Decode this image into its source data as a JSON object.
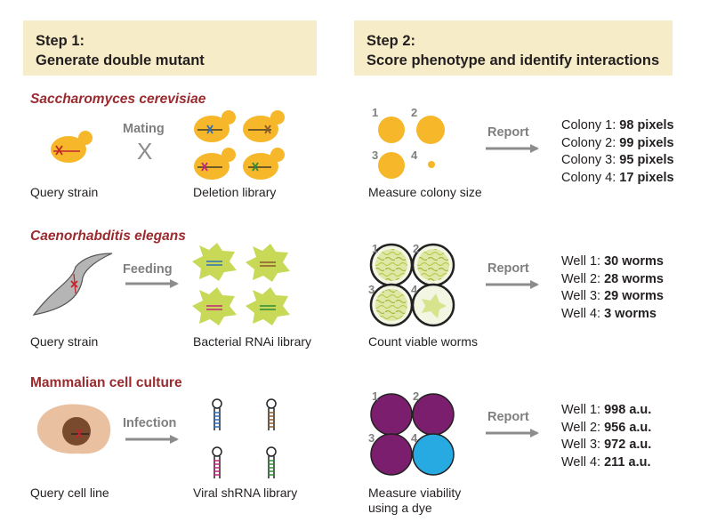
{
  "step1": {
    "title": "Step 1:",
    "subtitle": "Generate double mutant"
  },
  "step2": {
    "title": "Step 2:",
    "subtitle": "Score phenotype and identify interactions"
  },
  "rows": [
    {
      "organism": "Saccharomyces cerevisiae",
      "method": "Mating",
      "method_symbol": "X",
      "query_label": "Query strain",
      "library_label": "Deletion library",
      "measure_label": "Measure colony size",
      "report_label": "Report",
      "labels": [
        "1",
        "2",
        "3",
        "4"
      ],
      "results": [
        {
          "name": "Colony 1:",
          "value": "98 pixels"
        },
        {
          "name": "Colony 2:",
          "value": "99 pixels"
        },
        {
          "name": "Colony 3:",
          "value": "95 pixels"
        },
        {
          "name": "Colony 4:",
          "value": "17 pixels"
        }
      ]
    },
    {
      "organism": "Caenorhabditis elegans",
      "method": "Feeding",
      "query_label": "Query strain",
      "library_label": "Bacterial RNAi library",
      "measure_label": "Count viable worms",
      "report_label": "Report",
      "labels": [
        "1",
        "2",
        "3",
        "4"
      ],
      "results": [
        {
          "name": "Well 1:",
          "value": "30 worms"
        },
        {
          "name": "Well 2:",
          "value": "28 worms"
        },
        {
          "name": "Well 3:",
          "value": "29 worms"
        },
        {
          "name": "Well 4:",
          "value": "3 worms"
        }
      ]
    },
    {
      "organism": "Mammalian cell culture",
      "method": "Infection",
      "query_label": "Query cell line",
      "library_label": "Viral shRNA library",
      "measure_label_line1": "Measure viability",
      "measure_label_line2": "using a dye",
      "report_label": "Report",
      "labels": [
        "1",
        "2",
        "3",
        "4"
      ],
      "results": [
        {
          "name": "Well 1:",
          "value": "998 a.u."
        },
        {
          "name": "Well 2:",
          "value": "956 a.u."
        },
        {
          "name": "Well 3:",
          "value": "972 a.u."
        },
        {
          "name": "Well 4:",
          "value": "211 a.u."
        }
      ]
    }
  ],
  "colors": {
    "header_bg": "#f6ecc8",
    "organism_title": "#9b2a2e",
    "yeast": "#f6b72b",
    "worm_bacteria": "#c7d957",
    "dye_purple": "#7c1e6e",
    "dye_blue": "#27a9e1",
    "arrow_gray": "#8c8c8c"
  }
}
